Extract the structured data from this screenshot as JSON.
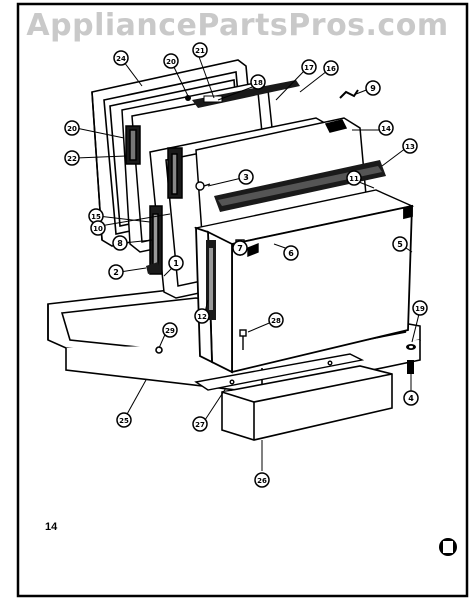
{
  "watermark": "AppliancePartsPros.com",
  "page_number": "14",
  "callouts": [
    "24",
    "20",
    "21",
    "18",
    "17",
    "16",
    "9",
    "14",
    "20",
    "22",
    "13",
    "3",
    "11",
    "15",
    "10",
    "5",
    "8",
    "7",
    "6",
    "2",
    "1",
    "12",
    "19",
    "29",
    "28",
    "4",
    "25",
    "27",
    "26"
  ]
}
